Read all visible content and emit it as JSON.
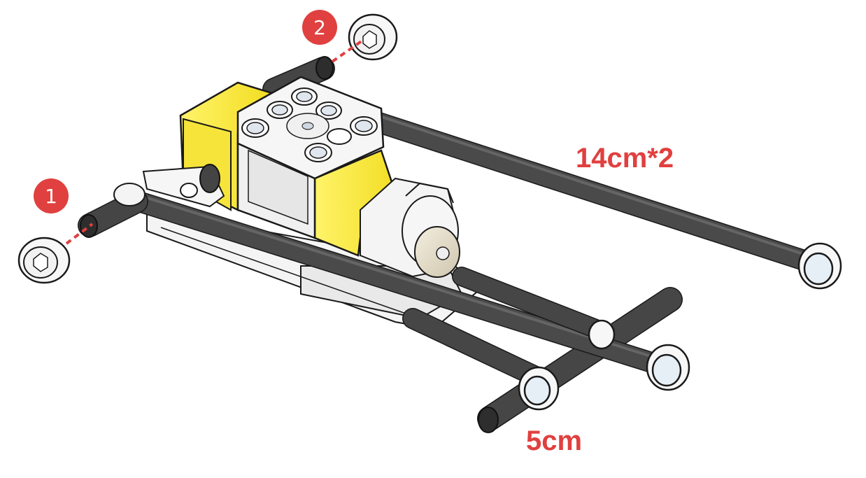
{
  "steps": [
    {
      "number": "1"
    },
    {
      "number": "2"
    }
  ],
  "dimensions": {
    "long_rod": "14cm*2",
    "short_rod": "5cm"
  },
  "colors": {
    "accent": "#e0403f",
    "rod": "#444444",
    "motor_yellow": "#fcee3a",
    "frame": "#f2f2f2",
    "outline": "#1a1a1a"
  },
  "icons": [
    "step-badge",
    "washer-icon",
    "rod",
    "motor",
    "frame"
  ]
}
